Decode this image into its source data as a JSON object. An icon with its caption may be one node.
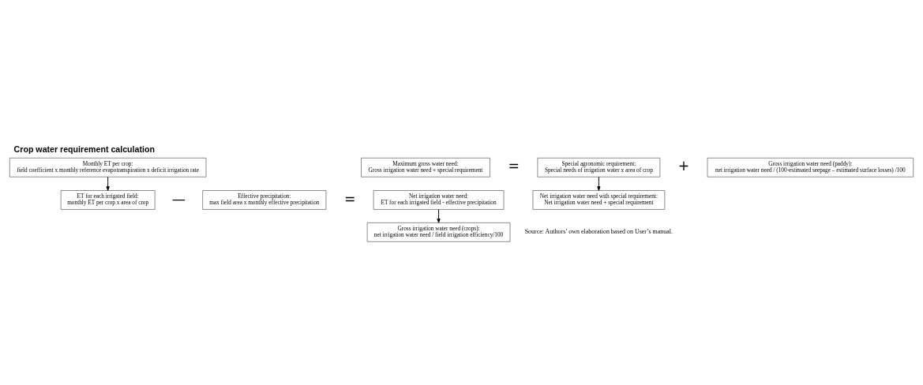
{
  "diagram": {
    "title": "Crop water requirement calculation",
    "caption": "Source: Authors’ own elaboration based on User’s manual.",
    "nodes": [
      {
        "text": [
          "Monthly ET per crop:",
          "field coefficient x monthly reference evapotranspiration x deficit irrigation rate"
        ]
      },
      {
        "text": [
          "ET for each irrigated field:",
          "monthly ET per crop x area of crop"
        ]
      },
      {
        "text": [
          "Effective precipitation:",
          "max field area x monthly effective precipitation"
        ]
      },
      {
        "text": [
          "Net irrigation water need:",
          "ET for each irrigated field - effective precipitation"
        ]
      },
      {
        "text": [
          "Gross irrigation water need (crops):",
          "net irrigation water need / field irrigation efficiency/100"
        ]
      },
      {
        "text": [
          "Gross irrigation water need (paddy):",
          "net irrigation water need / (100-estimated seepage – estimated surface losses) /100"
        ]
      },
      {
        "text": [
          "Maximum gross water need:",
          "Gross irrigation water need + special requirement"
        ]
      },
      {
        "text": [
          "Special agronomic requirement:",
          "Special needs of irrigation water x area of crop"
        ]
      },
      {
        "text": [
          "Net irrigation water need with special requirement:",
          "Net irrigation water need + special requirement"
        ]
      }
    ],
    "edges": [
      {
        "from": 0,
        "to": 1,
        "arrow": "to"
      },
      {
        "from": 3,
        "to": 4,
        "arrow": "to"
      },
      {
        "from": 7,
        "to": 8,
        "arrow": "to"
      }
    ],
    "labels": [
      "—",
      "=",
      "=",
      "+"
    ]
  }
}
